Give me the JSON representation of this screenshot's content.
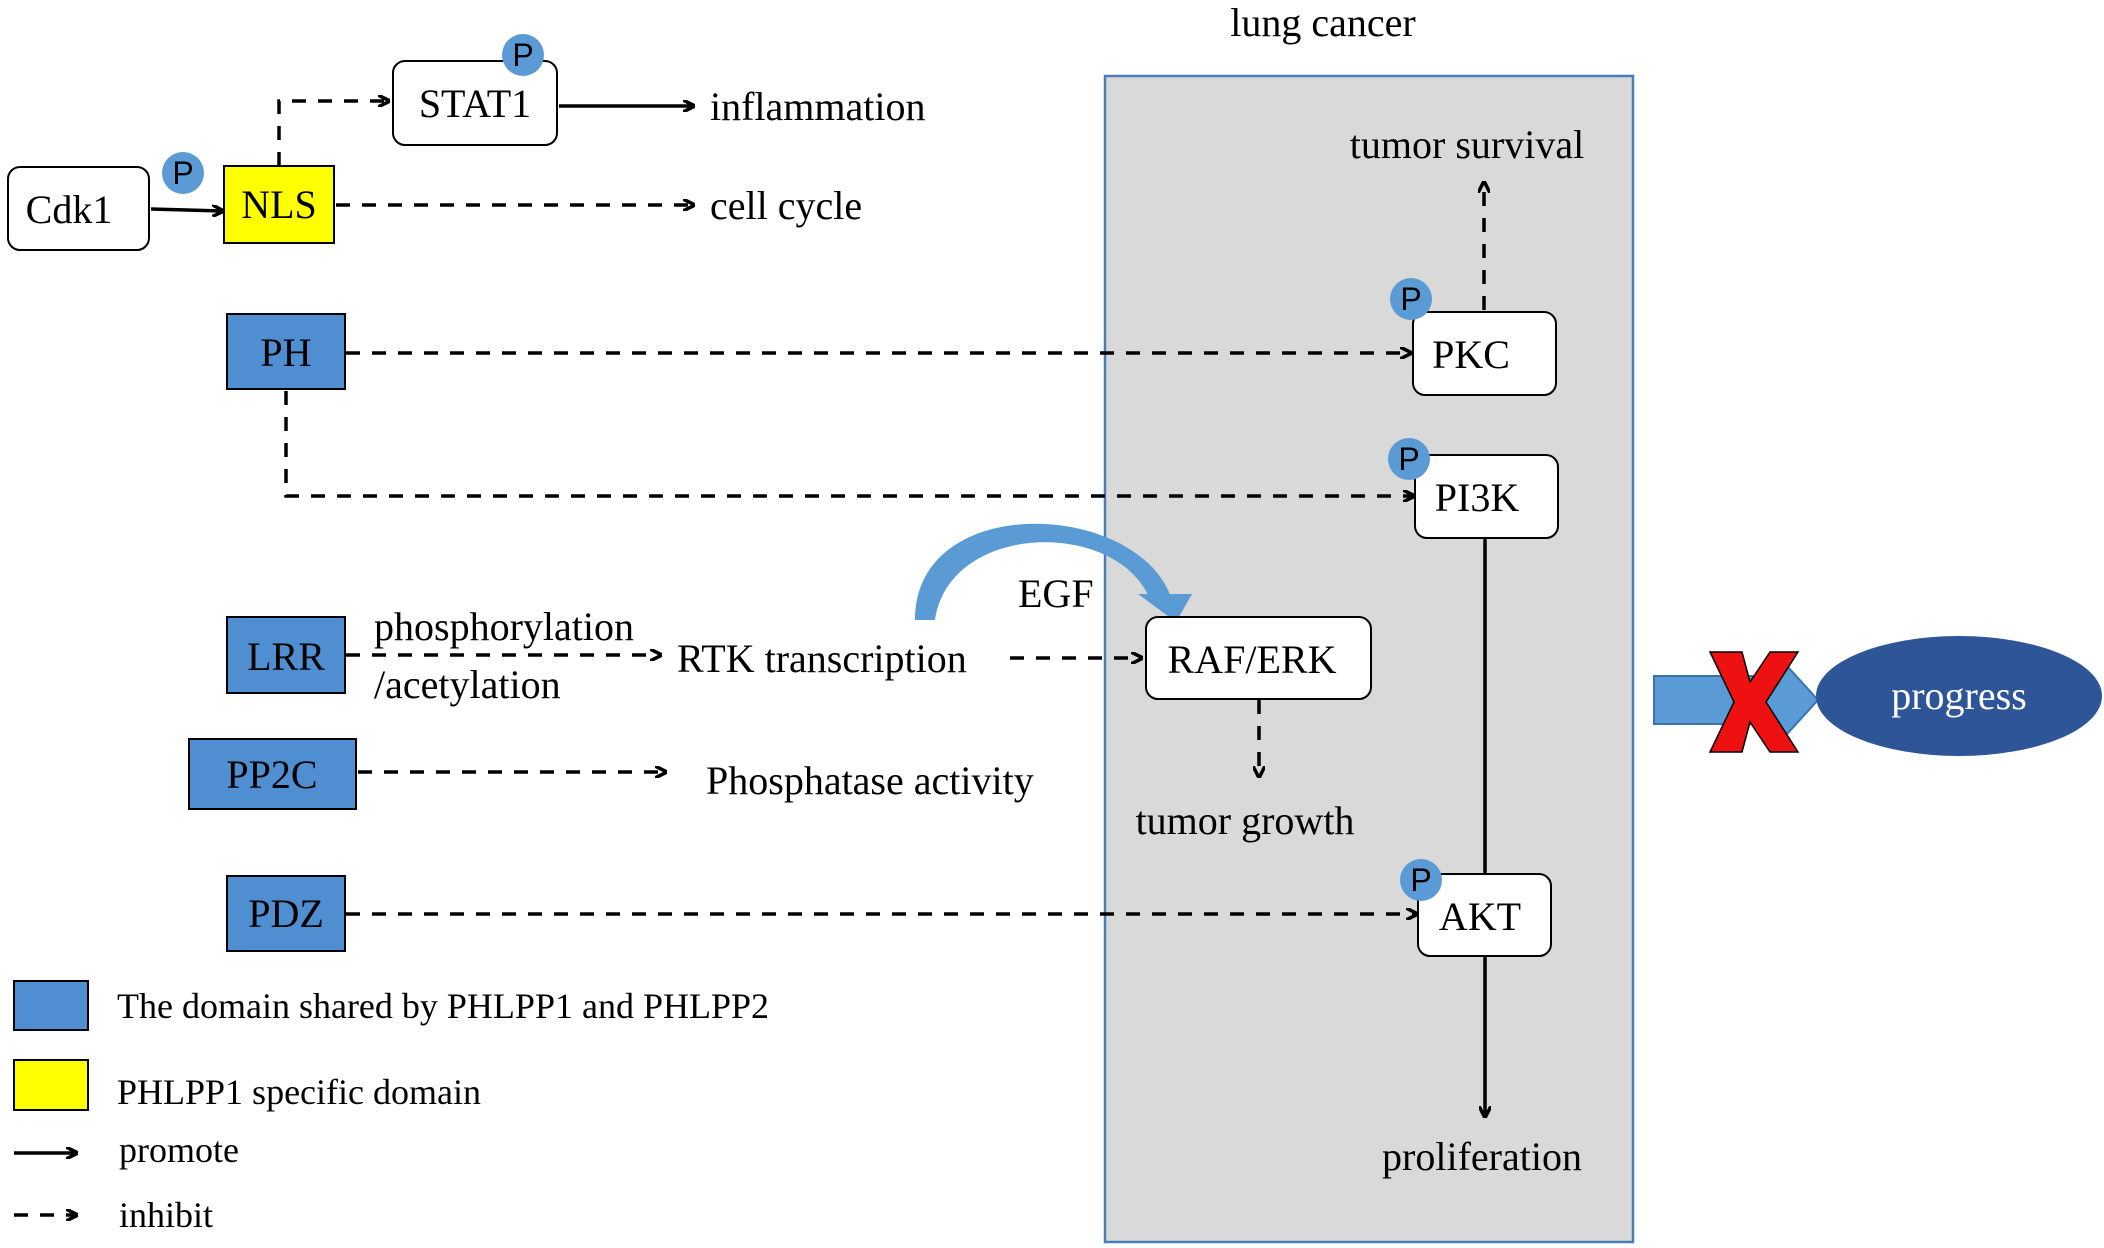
{
  "colors": {
    "domain_blue": "#4f8ed0",
    "specific_yellow": "#ffff00",
    "panel_gray": "#d9d9d9",
    "panel_border": "#4a7db8",
    "p_circle": "#5b9bd5",
    "progress_fill": "#2e5597",
    "cross_red": "#ee1111",
    "arrow_blue": "#5b9bd5",
    "egf_arrow": "#5b9bd5"
  },
  "panel": {
    "title": "lung cancer"
  },
  "phospho": {
    "label": "P"
  },
  "nodes": {
    "stat1": "STAT1",
    "cdk1": "Cdk1",
    "nls": "NLS",
    "ph": "PH",
    "lrr": "LRR",
    "pp2c": "PP2C",
    "pdz": "PDZ",
    "pkc": "PKC",
    "pi3k": "PI3K",
    "raf_erk": "RAF/ERK",
    "akt": "AKT"
  },
  "labels": {
    "inflammation": "inflammation",
    "cell_cycle": "cell cycle",
    "tumor_survival": "tumor survival",
    "phosphorylation": "phosphorylation",
    "acetylation": "/acetylation",
    "rtk_transcription": "RTK transcription",
    "egf": "EGF",
    "phosphatase_activity": "Phosphatase activity",
    "tumor_growth": "tumor growth",
    "proliferation": "proliferation",
    "progress": "progress"
  },
  "legend": {
    "shared": "The domain shared by PHLPP1 and PHLPP2",
    "specific": "PHLPP1 specific domain",
    "promote": "promote",
    "inhibit": "inhibit"
  }
}
